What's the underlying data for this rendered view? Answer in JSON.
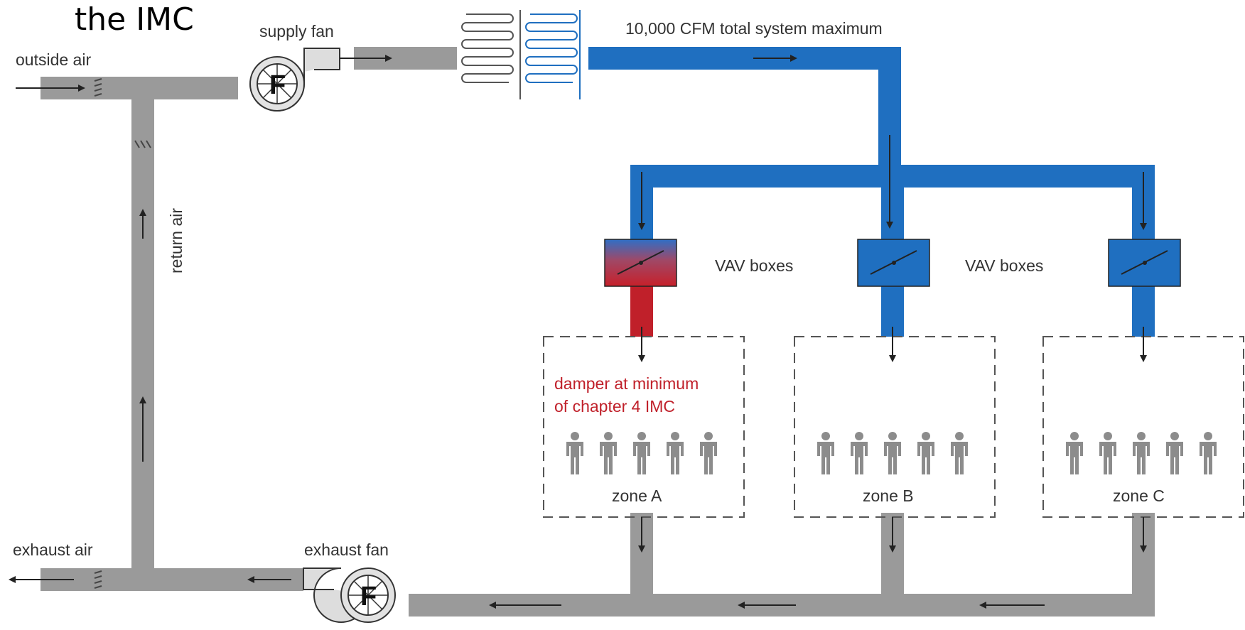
{
  "title_fragment": "the IMC",
  "labels": {
    "outside_air": "outside air",
    "supply_fan": "supply fan",
    "system_max": "10,000 CFM total system maximum",
    "return_air": "return air",
    "vav_boxes_1": "VAV boxes",
    "vav_boxes_2": "VAV boxes",
    "damper_note_line1": "damper at minimum",
    "damper_note_line2": "of chapter 4 IMC",
    "exhaust_air": "exhaust air",
    "exhaust_fan": "exhaust fan",
    "fan_letter": "F"
  },
  "zones": [
    {
      "label": "zone A",
      "occupants": 5
    },
    {
      "label": "zone B",
      "occupants": 5
    },
    {
      "label": "zone C",
      "occupants": 5
    }
  ],
  "colors": {
    "supply_duct": "#1f6fc0",
    "return_duct": "#9a9a9a",
    "minimum_damper": "#c0202a",
    "occupant": "#8c8c8c"
  }
}
